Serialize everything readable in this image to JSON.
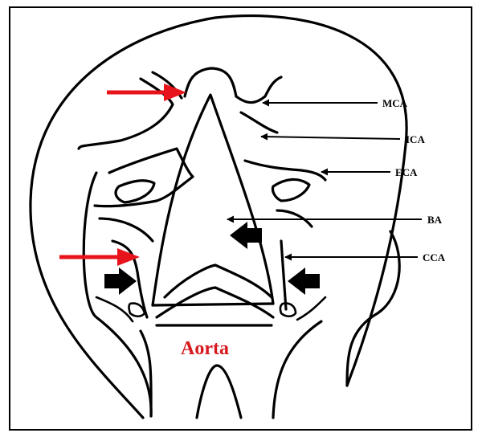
{
  "diagram": {
    "labels": {
      "mca": "MCA",
      "ica": "ICA",
      "eca": "ECA",
      "ba": "BA",
      "cca": "CCA",
      "aorta": "Aorta"
    },
    "colors": {
      "line": "#000000",
      "red_arrow": "#e8141b",
      "aorta_text": "#d7191f",
      "background": "#ffffff"
    },
    "icons": [
      "red-arrow-icon",
      "black-arrow-icon"
    ]
  }
}
